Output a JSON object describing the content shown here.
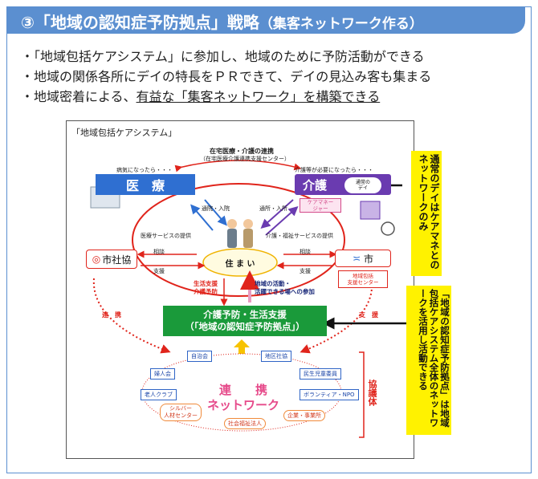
{
  "title": {
    "main": "③「地域の認知症予防拠点」戦略",
    "sub": "（集客ネットワーク作る）"
  },
  "bullets": [
    "・「地域包括ケアシステム」に参加し、地域のために予防活動ができる",
    "・地域の関係各所にデイの特長をＰＲできて、デイの見込み客も集まる",
    "・地域密着による、",
    "有益な「集客ネットワーク」を構築できる"
  ],
  "diagram": {
    "caption": "「地域包括ケアシステム」",
    "top_title": "在宅医療・介護の連携",
    "top_sub": "（在宅医療介護連携支援センター）",
    "sick": "病気になったら・・・",
    "care_needed": "介護等が必要になったら・・・",
    "iryo": "医　療",
    "kaigo": "介護",
    "tsujo_day": "通常の\nデイ",
    "caremanager": "ケアマネー\nジャー",
    "tsuin": "通院・入院",
    "tsusho": "通所・入所",
    "iryo_service": "医療サービスの提供",
    "kaigo_service": "介護・福祉サービスの提供",
    "sodan_l": "相談",
    "shien_l": "支援",
    "sodan_r": "相談",
    "shien_r": "支援",
    "shakyo": "市社協",
    "shi": "市",
    "chiiki_center": "地域包括\n支援センター",
    "sumai": "住 ま い",
    "seikatsu": "生活支援\n介護予防",
    "katsudo": "地域の活動・\n活躍できる場への参加",
    "renkei": "連　携",
    "shien": "支　援",
    "center_box": "介護予防・生活支援\n（「地域の認知症予防拠点」）",
    "network_title": "連　　携\nネットワーク",
    "kyogitai": "協議体",
    "net_items": [
      "自治会",
      "地区社協",
      "婦人会",
      "民生児童委員",
      "老人クラブ",
      "ボランティア・NPO",
      "シルバー\n人材センター",
      "企業・事業所",
      "社会福祉法人"
    ]
  },
  "callouts": {
    "top": "通常のデイはケアマネとのネットワークのみ",
    "bottom": "「地域の認知症予防拠点」は地域包括ケアシステム全体のネットワークを活用し活動できる"
  },
  "colors": {
    "title_bg": "#5b8fd0",
    "iryo": "#2f6fd1",
    "kaigo": "#6a3bb0",
    "green": "#1a9a3a",
    "red": "#e0241b",
    "yellow": "#fff200"
  }
}
